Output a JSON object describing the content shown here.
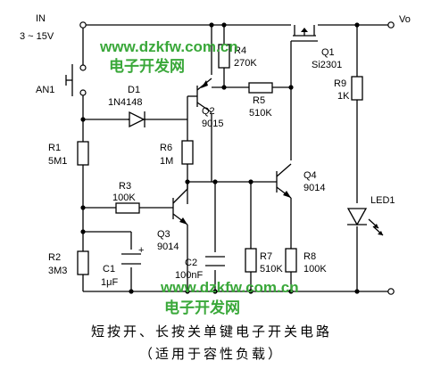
{
  "supply": {
    "input_label": "IN",
    "range": "3 ~ 15V",
    "output_label": "Vo"
  },
  "watermark": {
    "url": "www.dzkfw.com.cn",
    "site": "电子开发网"
  },
  "components": {
    "an1": "AN1",
    "d1": {
      "ref": "D1",
      "value": "1N4148"
    },
    "r1": {
      "ref": "R1",
      "value": "5M1"
    },
    "r2": {
      "ref": "R2",
      "value": "3M3"
    },
    "r3": {
      "ref": "R3",
      "value": "100K"
    },
    "r4": {
      "ref": "R4",
      "value": "270K"
    },
    "r5": {
      "ref": "R5",
      "value": "510K"
    },
    "r6": {
      "ref": "R6",
      "value": "1M"
    },
    "r7": {
      "ref": "R7",
      "value": "510K"
    },
    "r8": {
      "ref": "R8",
      "value": "100K"
    },
    "r9": {
      "ref": "R9",
      "value": "1K"
    },
    "c1": {
      "ref": "C1",
      "value": "1μF",
      "polarity": "+"
    },
    "c2": {
      "ref": "C2",
      "value": "100nF"
    },
    "q1": {
      "ref": "Q1",
      "value": "Si2301"
    },
    "q2": {
      "ref": "Q2",
      "value": "9015"
    },
    "q3": {
      "ref": "Q3",
      "value": "9014"
    },
    "q4": {
      "ref": "Q4",
      "value": "9014"
    },
    "led1": "LED1"
  },
  "caption": {
    "title": "短按开、长按关单键电子开关电路",
    "subtitle": "（适用于容性负载）"
  },
  "colors": {
    "watermark": "#3aa83a",
    "ink": "#000000",
    "background": "#ffffff"
  }
}
